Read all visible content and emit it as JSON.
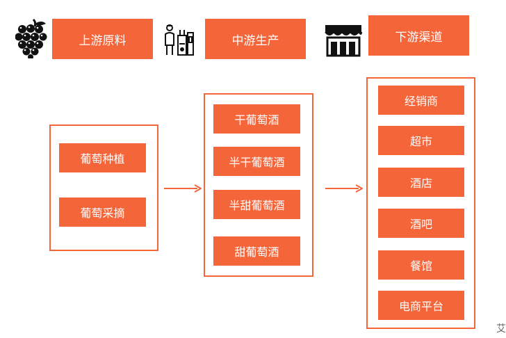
{
  "header": {
    "upstream_label": "上游原料",
    "midstream_label": "中游生产",
    "downstream_label": "下游渠道"
  },
  "upstream": {
    "items": [
      "葡萄种植",
      "葡萄采摘"
    ]
  },
  "midstream": {
    "items": [
      "干葡萄酒",
      "半干葡萄酒",
      "半甜葡萄酒",
      "甜葡萄酒"
    ]
  },
  "downstream": {
    "items": [
      "经销商",
      "超市",
      "酒店",
      "酒吧",
      "餐馆",
      "电商平台"
    ]
  },
  "icons": {
    "upstream": "grape-icon",
    "midstream": "winery-worker-icon",
    "downstream": "store-icon"
  },
  "colors": {
    "accent": "#f5653a"
  },
  "corner_text": "艾"
}
